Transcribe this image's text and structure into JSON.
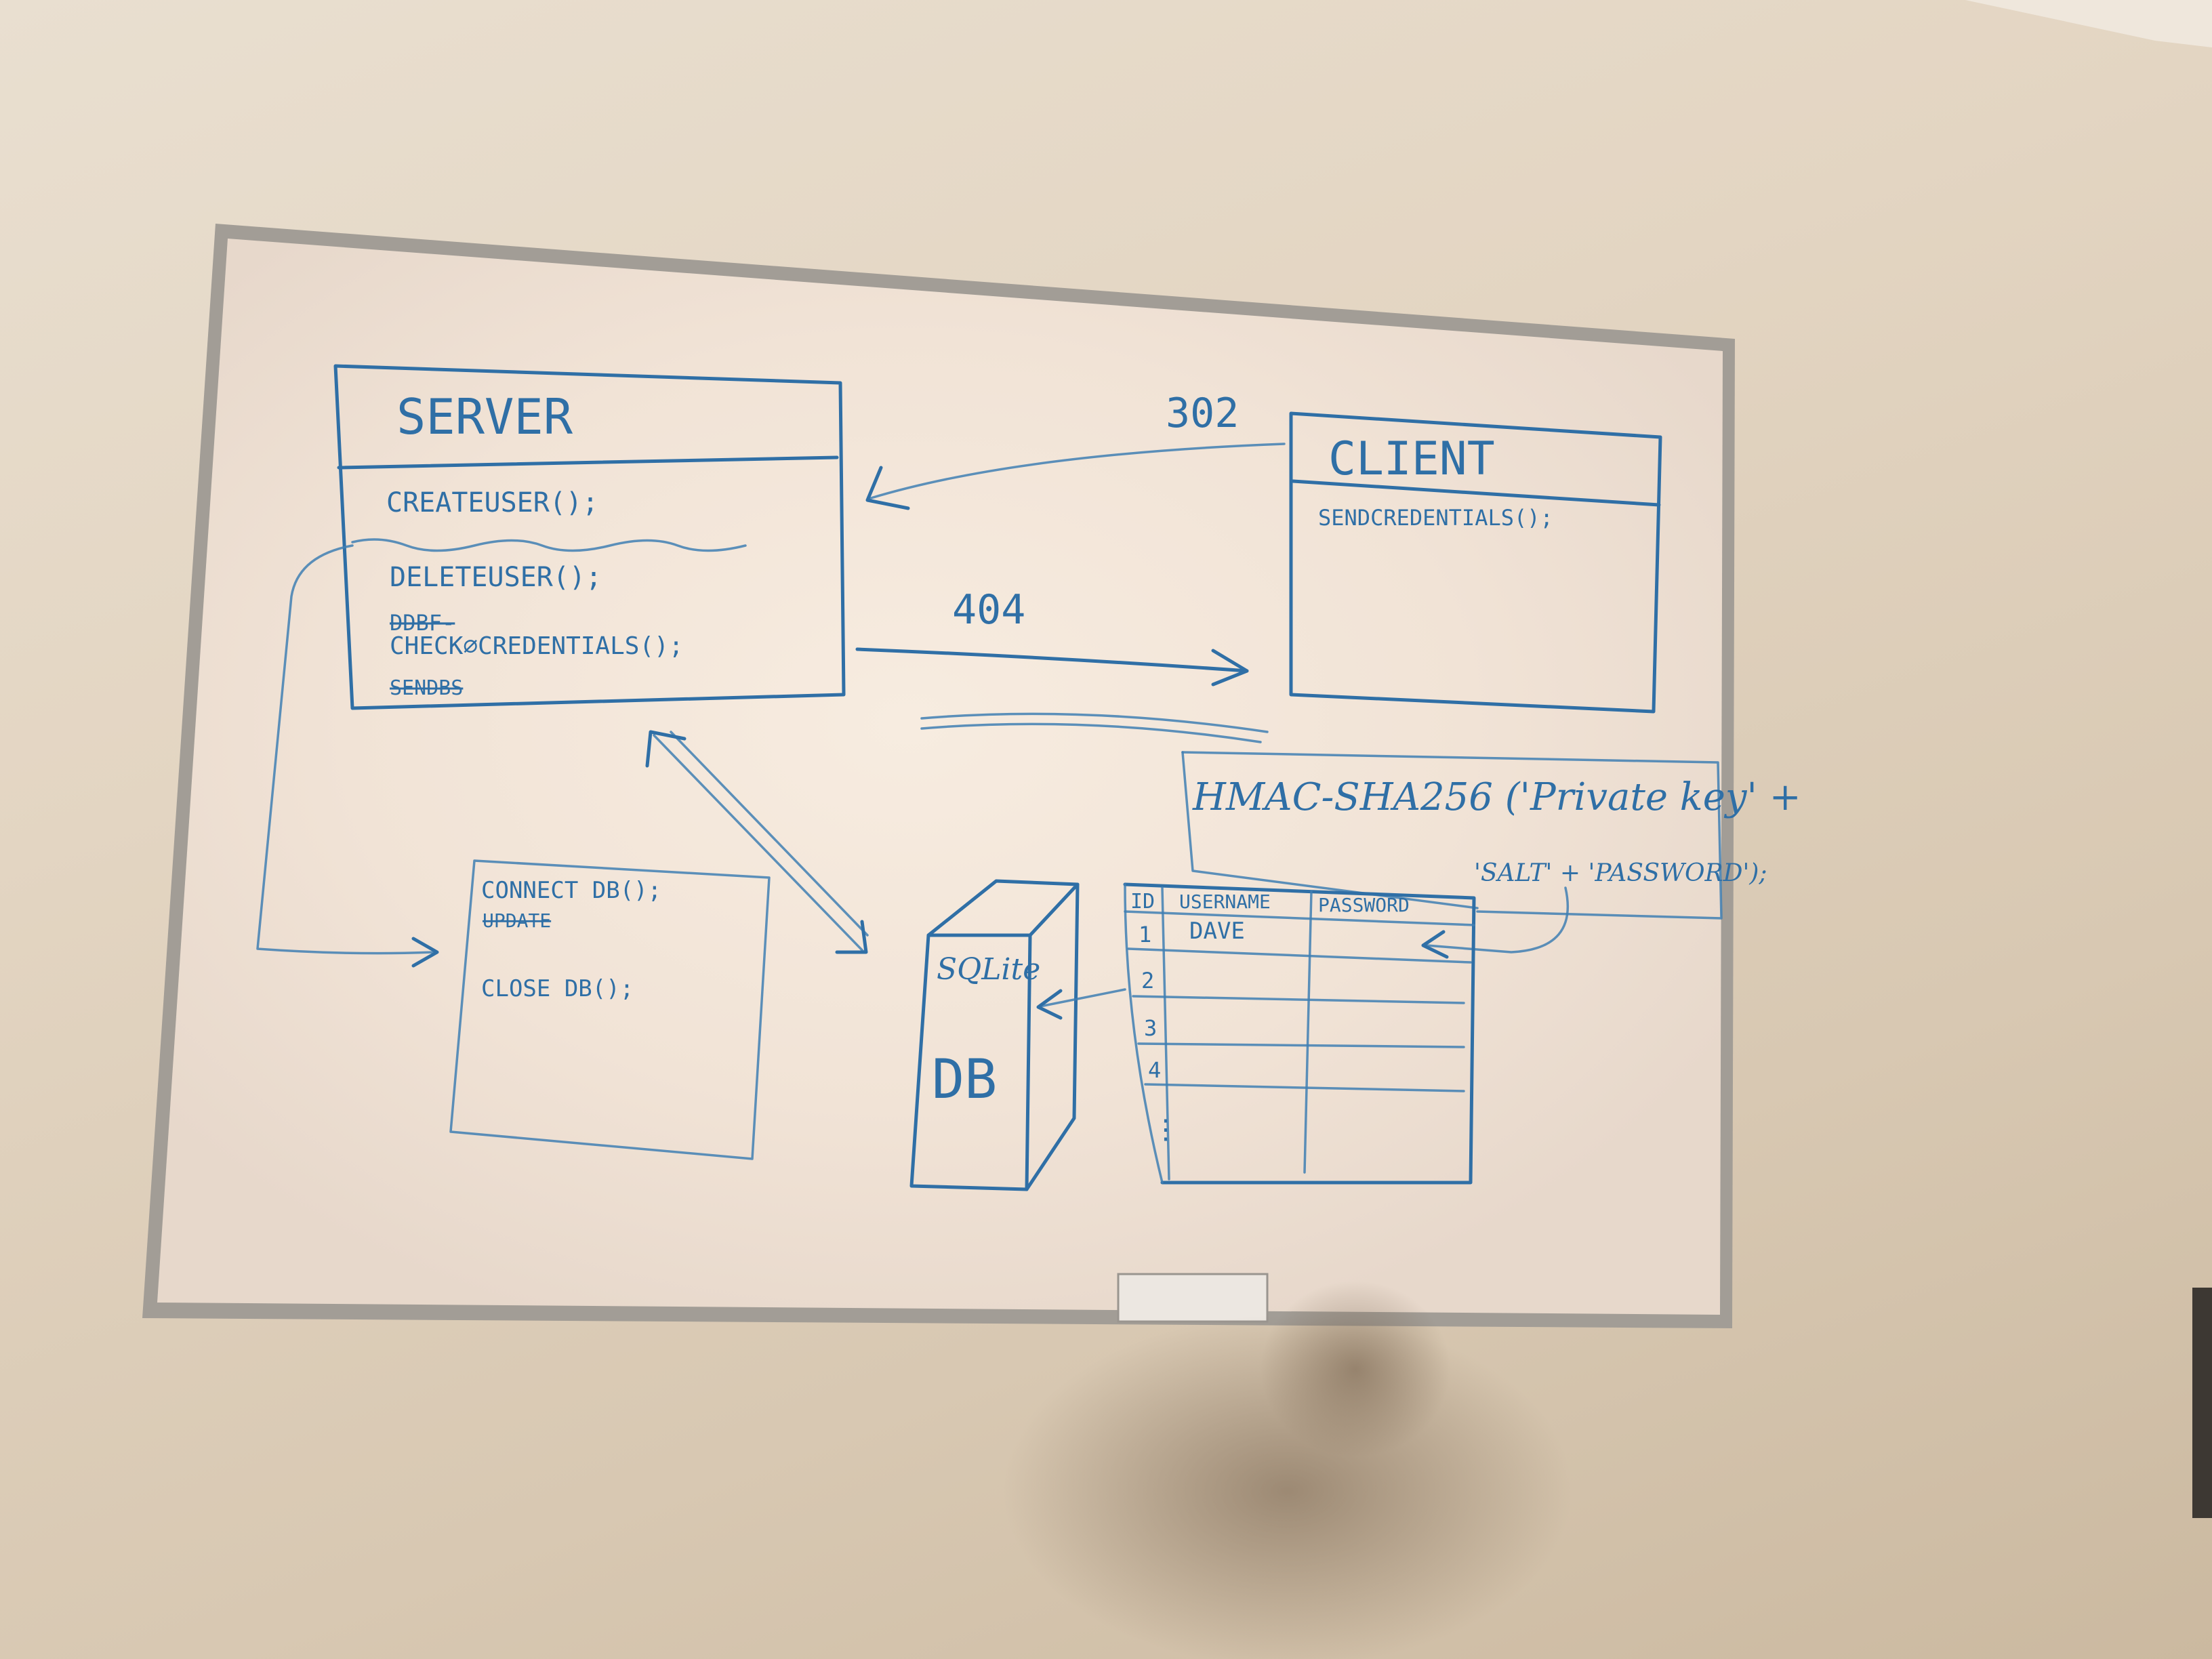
{
  "colors": {
    "ink": "#2f6fa6",
    "board": "#f4ebe2",
    "frame": "#9a9590",
    "wall": "#e3d5c2"
  },
  "server": {
    "title": "SERVER",
    "methods": [
      "CREATEUSER();",
      "DELETEUSER();",
      "CHECK∅CREDENTIALS();"
    ],
    "struck": [
      "DDBF-",
      "SENDBS"
    ]
  },
  "client": {
    "title": "CLIENT",
    "methods": [
      "SENDCREDENTIALS();"
    ]
  },
  "arrows": {
    "redirect_code": "302",
    "not_found_code": "404"
  },
  "db_helper": {
    "methods": [
      "CONNECT DB();",
      "CLOSE DB();"
    ],
    "struck": [
      "UPDATE"
    ]
  },
  "database": {
    "engine": "SQLite",
    "label": "DB"
  },
  "hash_note": {
    "line1": "HMAC-SHA256 ('Private key' +",
    "line2": "'SALT' + 'PASSWORD');"
  },
  "table": {
    "headers": [
      "ID",
      "USERNAME",
      "PASSWORD"
    ],
    "rows": [
      {
        "id": "1",
        "username": "DAVE",
        "password": ""
      },
      {
        "id": "2",
        "username": "",
        "password": ""
      },
      {
        "id": "3",
        "username": "",
        "password": ""
      },
      {
        "id": "4",
        "username": "",
        "password": ""
      }
    ],
    "ellipsis": "⋮"
  }
}
